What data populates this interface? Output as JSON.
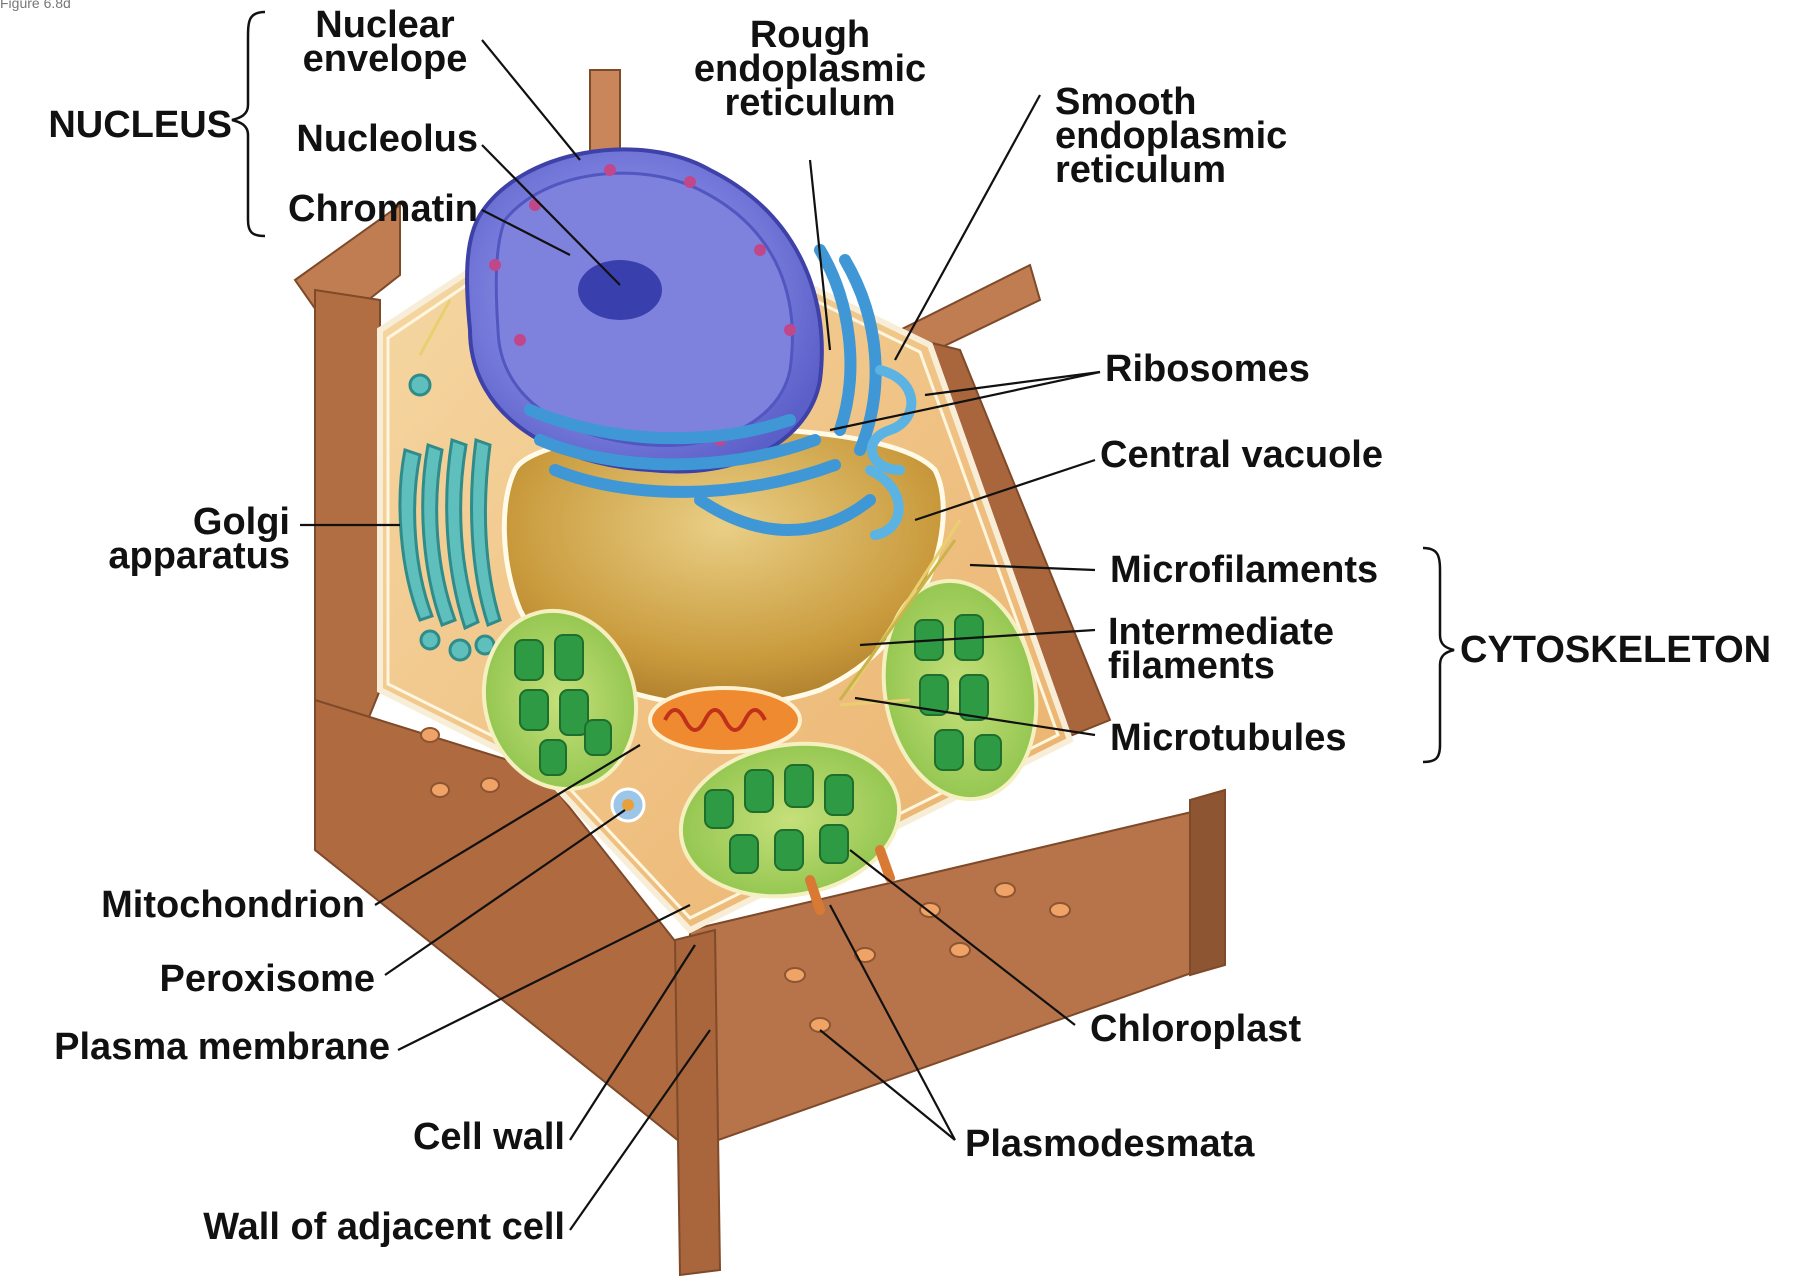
{
  "header": {
    "caption": "Figure 6.8d"
  },
  "groups": {
    "nucleus": "NUCLEUS",
    "cytoskeleton": "CYTOSKELETON"
  },
  "labels": {
    "nuclear_envelope": "Nuclear envelope",
    "nucleolus": "Nucleolus",
    "chromatin": "Chromatin",
    "rough_er": "Rough endoplasmic reticulum",
    "smooth_er": "Smooth endoplasmic reticulum",
    "ribosomes": "Ribosomes",
    "central_vacuole": "Central vacuole",
    "golgi": "Golgi apparatus",
    "microfilaments": "Microfilaments",
    "intermediate_filaments": "Intermediate filaments",
    "microtubules": "Microtubules",
    "mitochondrion": "Mitochondrion",
    "peroxisome": "Peroxisome",
    "plasma_membrane": "Plasma membrane",
    "cell_wall": "Cell wall",
    "wall_adjacent": "Wall of adjacent cell",
    "chloroplast": "Chloroplast",
    "plasmodesmata": "Plasmodesmata"
  },
  "label_lines": {
    "nuclear_envelope": [
      "Nuclear",
      "envelope"
    ],
    "rough_er": [
      "Rough",
      "endoplasmic",
      "reticulum"
    ],
    "smooth_er": [
      "Smooth",
      "endoplasmic",
      "reticulum"
    ],
    "golgi": [
      "Golgi",
      "apparatus"
    ],
    "intermediate_filaments": [
      "Intermediate",
      "filaments"
    ]
  },
  "colors": {
    "wall": "#b9744a",
    "wall_dark": "#8d5532",
    "wall_light": "#d9a27a",
    "cytoplasm": "#f3c98b",
    "nucleus": "#6a6fd0",
    "er": "#4aa3d9",
    "vacuole": "#d2a94e",
    "golgi": "#4fb3b0",
    "chloroplast": "#9ccf5a",
    "thylakoid": "#2e9a43",
    "mitochondrion": "#e8782a"
  }
}
